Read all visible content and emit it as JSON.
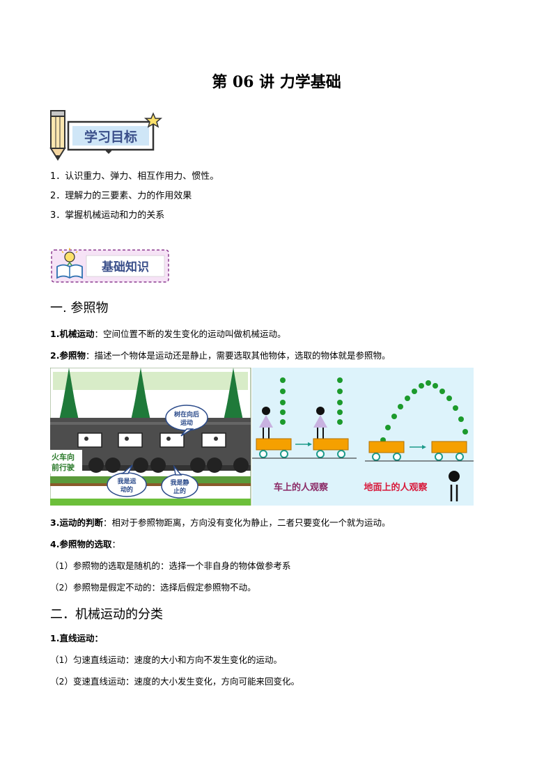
{
  "title": "第 06 讲  力学基础",
  "goals_banner": "学习目标",
  "goals": [
    "1．认识重力、弹力、相互作用力、惯性。",
    "2．理解力的三要素、力的作用效果",
    "3．掌握机械运动和力的关系"
  ],
  "basic_banner": "基础知识",
  "section1": {
    "heading": "一. 参照物",
    "item1_label": "1.机械运动",
    "item1_text": "：空间位置不断的发生变化的运动叫做机械运动。",
    "item2_label": "2.参照物",
    "item2_text": "：描述一个物体是运动还是静止，需要选取其他物体，选取的物体就是参照物。",
    "item3_label": "3.运动的判断",
    "item3_text": "：相对于参照物距离，方向没有变化为静止，二者只要变化一个就为运动。",
    "item4_label": "4.参照物的选取",
    "item4_text": "：",
    "sub1": "（1）参照物的选取是随机的：选择一个非自身的物体做参考系",
    "sub2": "（2）参照物是假定不动的：选择后假定参照物不动。"
  },
  "figure": {
    "train_label_1": "火车向",
    "train_label_2": "前行驶",
    "bubble_tree_1": "树在向后",
    "bubble_tree_2": "运动",
    "bubble_moving_1": "我是运",
    "bubble_moving_2": "动的",
    "bubble_still_1": "我是静",
    "bubble_still_2": "止的",
    "caption_train": "车上的人观察",
    "caption_ground": "地面上的人观察"
  },
  "section2": {
    "heading": "二．机械运动的分类",
    "item1": "1.直线运动：",
    "sub1": "（1）匀速直线运动：速度的大小和方向不发生变化的运动。",
    "sub2": "（2）变速直线运动：速度的大小发生变化，方向可能来回变化。"
  },
  "colors": {
    "banner_blue": "#3a4f8a",
    "banner_purple": "#8b3a8f",
    "tree_green": "#1f7a3a",
    "train_gray": "#4d4d4d",
    "cart_orange": "#f5a000",
    "ball_green": "#1c9a2c",
    "caption_purple": "#8b2a66",
    "caption_red": "#d8183a"
  }
}
